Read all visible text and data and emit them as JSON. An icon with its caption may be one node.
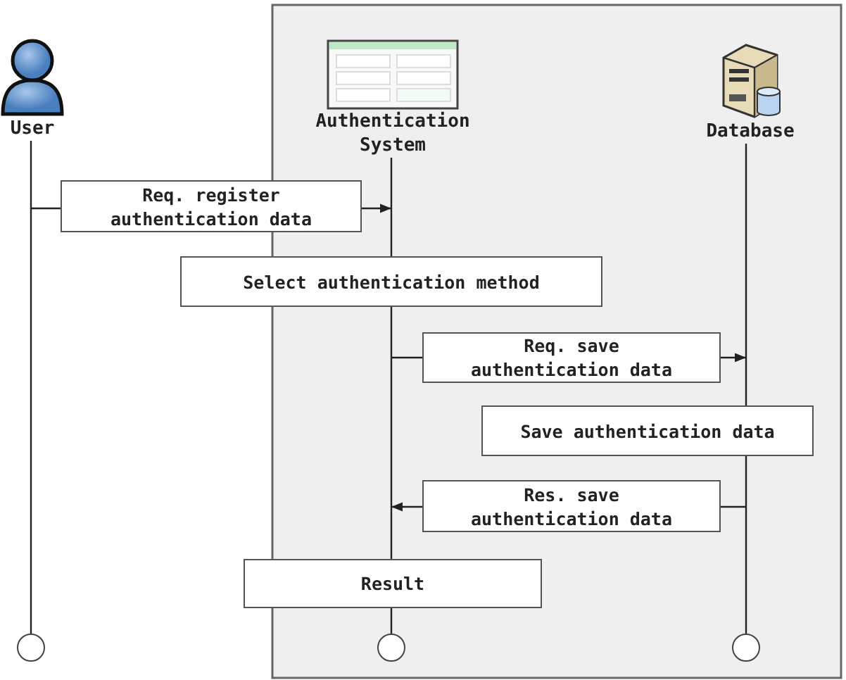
{
  "diagram": {
    "nodes": [
      {
        "text": [
          "User"
        ]
      },
      {
        "text": [
          "Authentication System"
        ]
      },
      {
        "text": [
          "Database"
        ]
      },
      {
        "text": [
          "Req. register authentication data"
        ]
      },
      {
        "text": [
          "Select authentication method"
        ]
      },
      {
        "text": [
          "Req. save authentication data"
        ]
      },
      {
        "text": [
          "Save authentication data"
        ]
      },
      {
        "text": [
          "Res. save authentication data"
        ]
      },
      {
        "text": [
          "Result"
        ]
      },
      {
        "text": [],
        "shape": "circle"
      },
      {
        "text": [],
        "shape": "circle"
      },
      {
        "text": [],
        "shape": "circle"
      }
    ],
    "edges": [
      {
        "from": null,
        "to": 3,
        "arrow": "none"
      },
      {
        "from": 3,
        "to": null,
        "arrow": "to"
      },
      {
        "from": null,
        "to": 5,
        "arrow": "none"
      },
      {
        "from": 5,
        "to": null,
        "arrow": "to"
      },
      {
        "from": null,
        "to": 7,
        "arrow": "none"
      },
      {
        "from": 7,
        "to": null,
        "arrow": "to"
      },
      {
        "from": 0,
        "to": 9,
        "arrow": "none"
      },
      {
        "from": 1,
        "to": 4,
        "arrow": "none"
      },
      {
        "from": 4,
        "to": 8,
        "arrow": "none"
      },
      {
        "from": 8,
        "to": 10,
        "arrow": "none"
      },
      {
        "from": 2,
        "to": 6,
        "arrow": "none"
      },
      {
        "from": 6,
        "to": 11,
        "arrow": "none"
      }
    ]
  }
}
